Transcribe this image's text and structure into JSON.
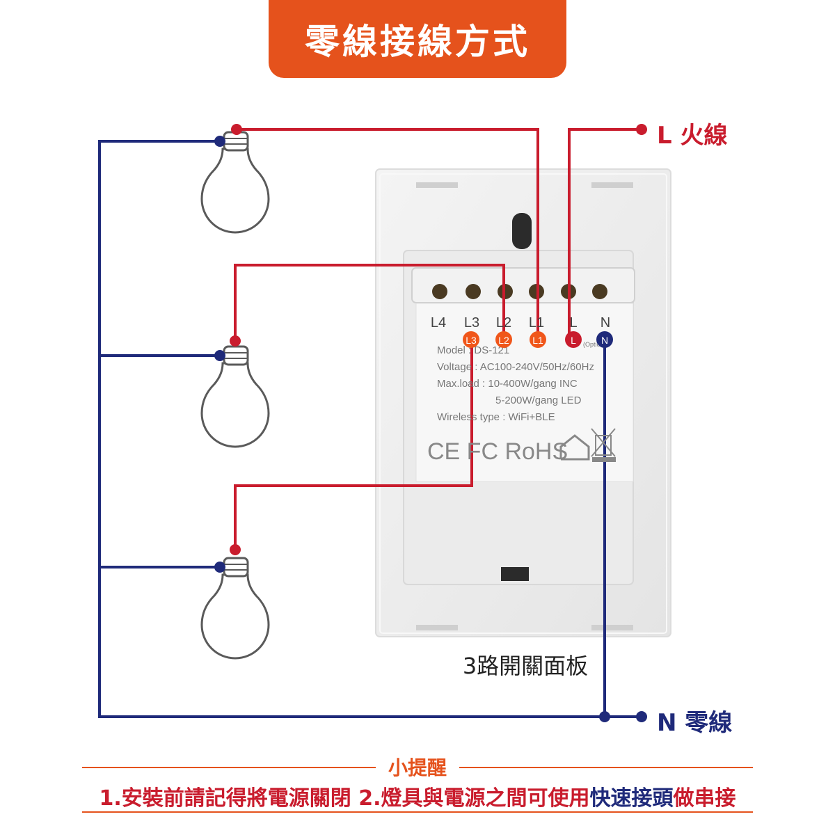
{
  "title": "零線接線方式",
  "live_label": "L 火線",
  "neutral_label": "N 零線",
  "panel_caption": "3路開關面板",
  "terminals": [
    "L4",
    "L3",
    "L2",
    "L1",
    "L",
    "N"
  ],
  "terminal_badges": [
    "L3",
    "L2",
    "L1",
    "L",
    "N"
  ],
  "label_spec": {
    "model": "Model : DS-121",
    "option": "(Option)",
    "voltage": "Voltage : AC100-240V/50Hz/60Hz",
    "maxload1": "Max.load : 10-400W/gang  INC",
    "maxload2": "5-200W/gang  LED",
    "wireless": "Wireless type : WiFi+BLE",
    "certs": "CE FC RoHS"
  },
  "tip": {
    "title": "小提醒",
    "part1": "1.安裝前請記得將電源關閉 2.燈具與電源之間可使用",
    "highlight": "快速接頭",
    "part2": "做串接"
  },
  "colors": {
    "live": "#c91c2d",
    "neutral": "#1f2a7a",
    "accent": "#e5521c",
    "badge_orange": "#f0561a"
  }
}
